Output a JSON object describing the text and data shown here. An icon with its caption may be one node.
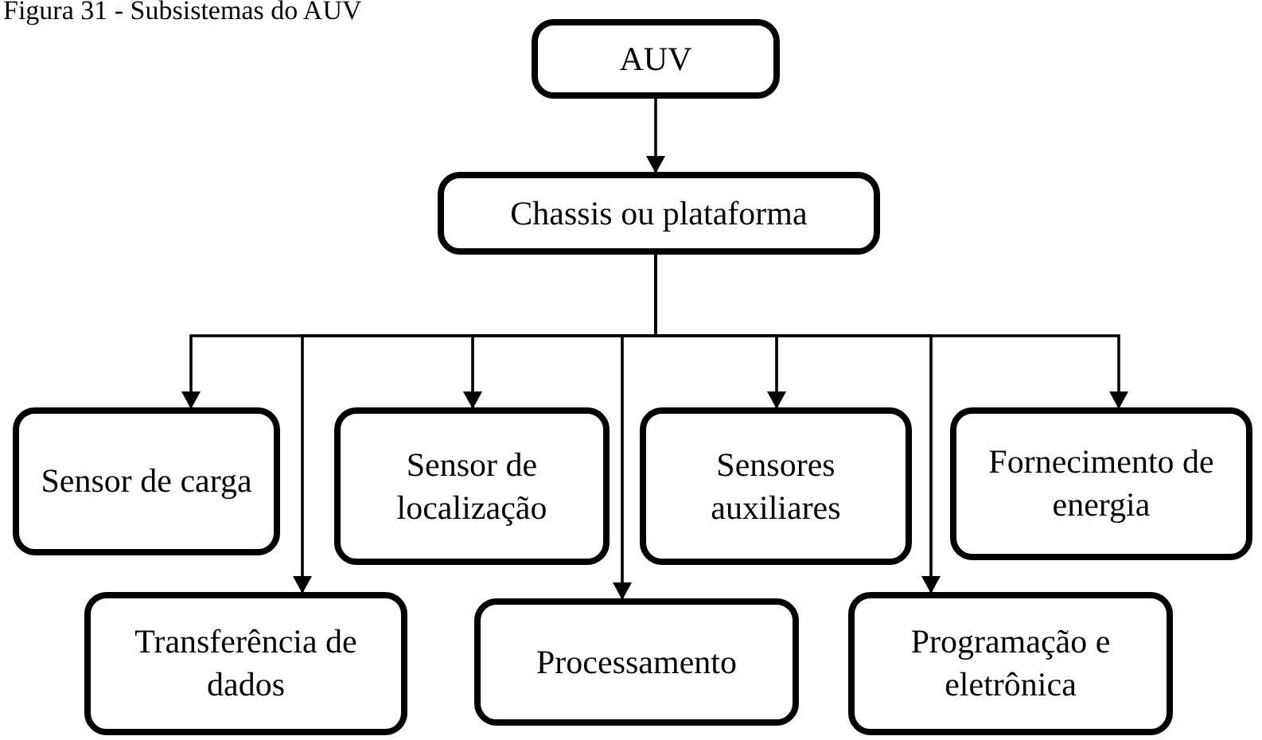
{
  "diagram": {
    "title": "Figura 31 - Subsistemas do AUV",
    "nodes": [
      {
        "text": [
          "AUV"
        ]
      },
      {
        "text": [
          "Chassis ou plataforma"
        ]
      },
      {
        "text": [
          "Sensor de carga"
        ]
      },
      {
        "text": [
          "Transferência de dados"
        ]
      },
      {
        "text": [
          "Sensor de localização"
        ]
      },
      {
        "text": [
          "Processamento"
        ]
      },
      {
        "text": [
          "Sensores auxiliares"
        ]
      },
      {
        "text": [
          "Programação e eletrônica"
        ]
      },
      {
        "text": [
          "Fornecimento de energia"
        ]
      }
    ],
    "edges": [
      {
        "from": 0,
        "to": 1,
        "arrow": "to"
      },
      {
        "from": 1,
        "to": 2,
        "arrow": "to"
      },
      {
        "from": 1,
        "to": 3,
        "arrow": "to"
      },
      {
        "from": 1,
        "to": 4,
        "arrow": "to"
      },
      {
        "from": 1,
        "to": 5,
        "arrow": "to"
      },
      {
        "from": 1,
        "to": 6,
        "arrow": "to"
      },
      {
        "from": 1,
        "to": 7,
        "arrow": "to"
      },
      {
        "from": 1,
        "to": 8,
        "arrow": "to"
      }
    ]
  }
}
